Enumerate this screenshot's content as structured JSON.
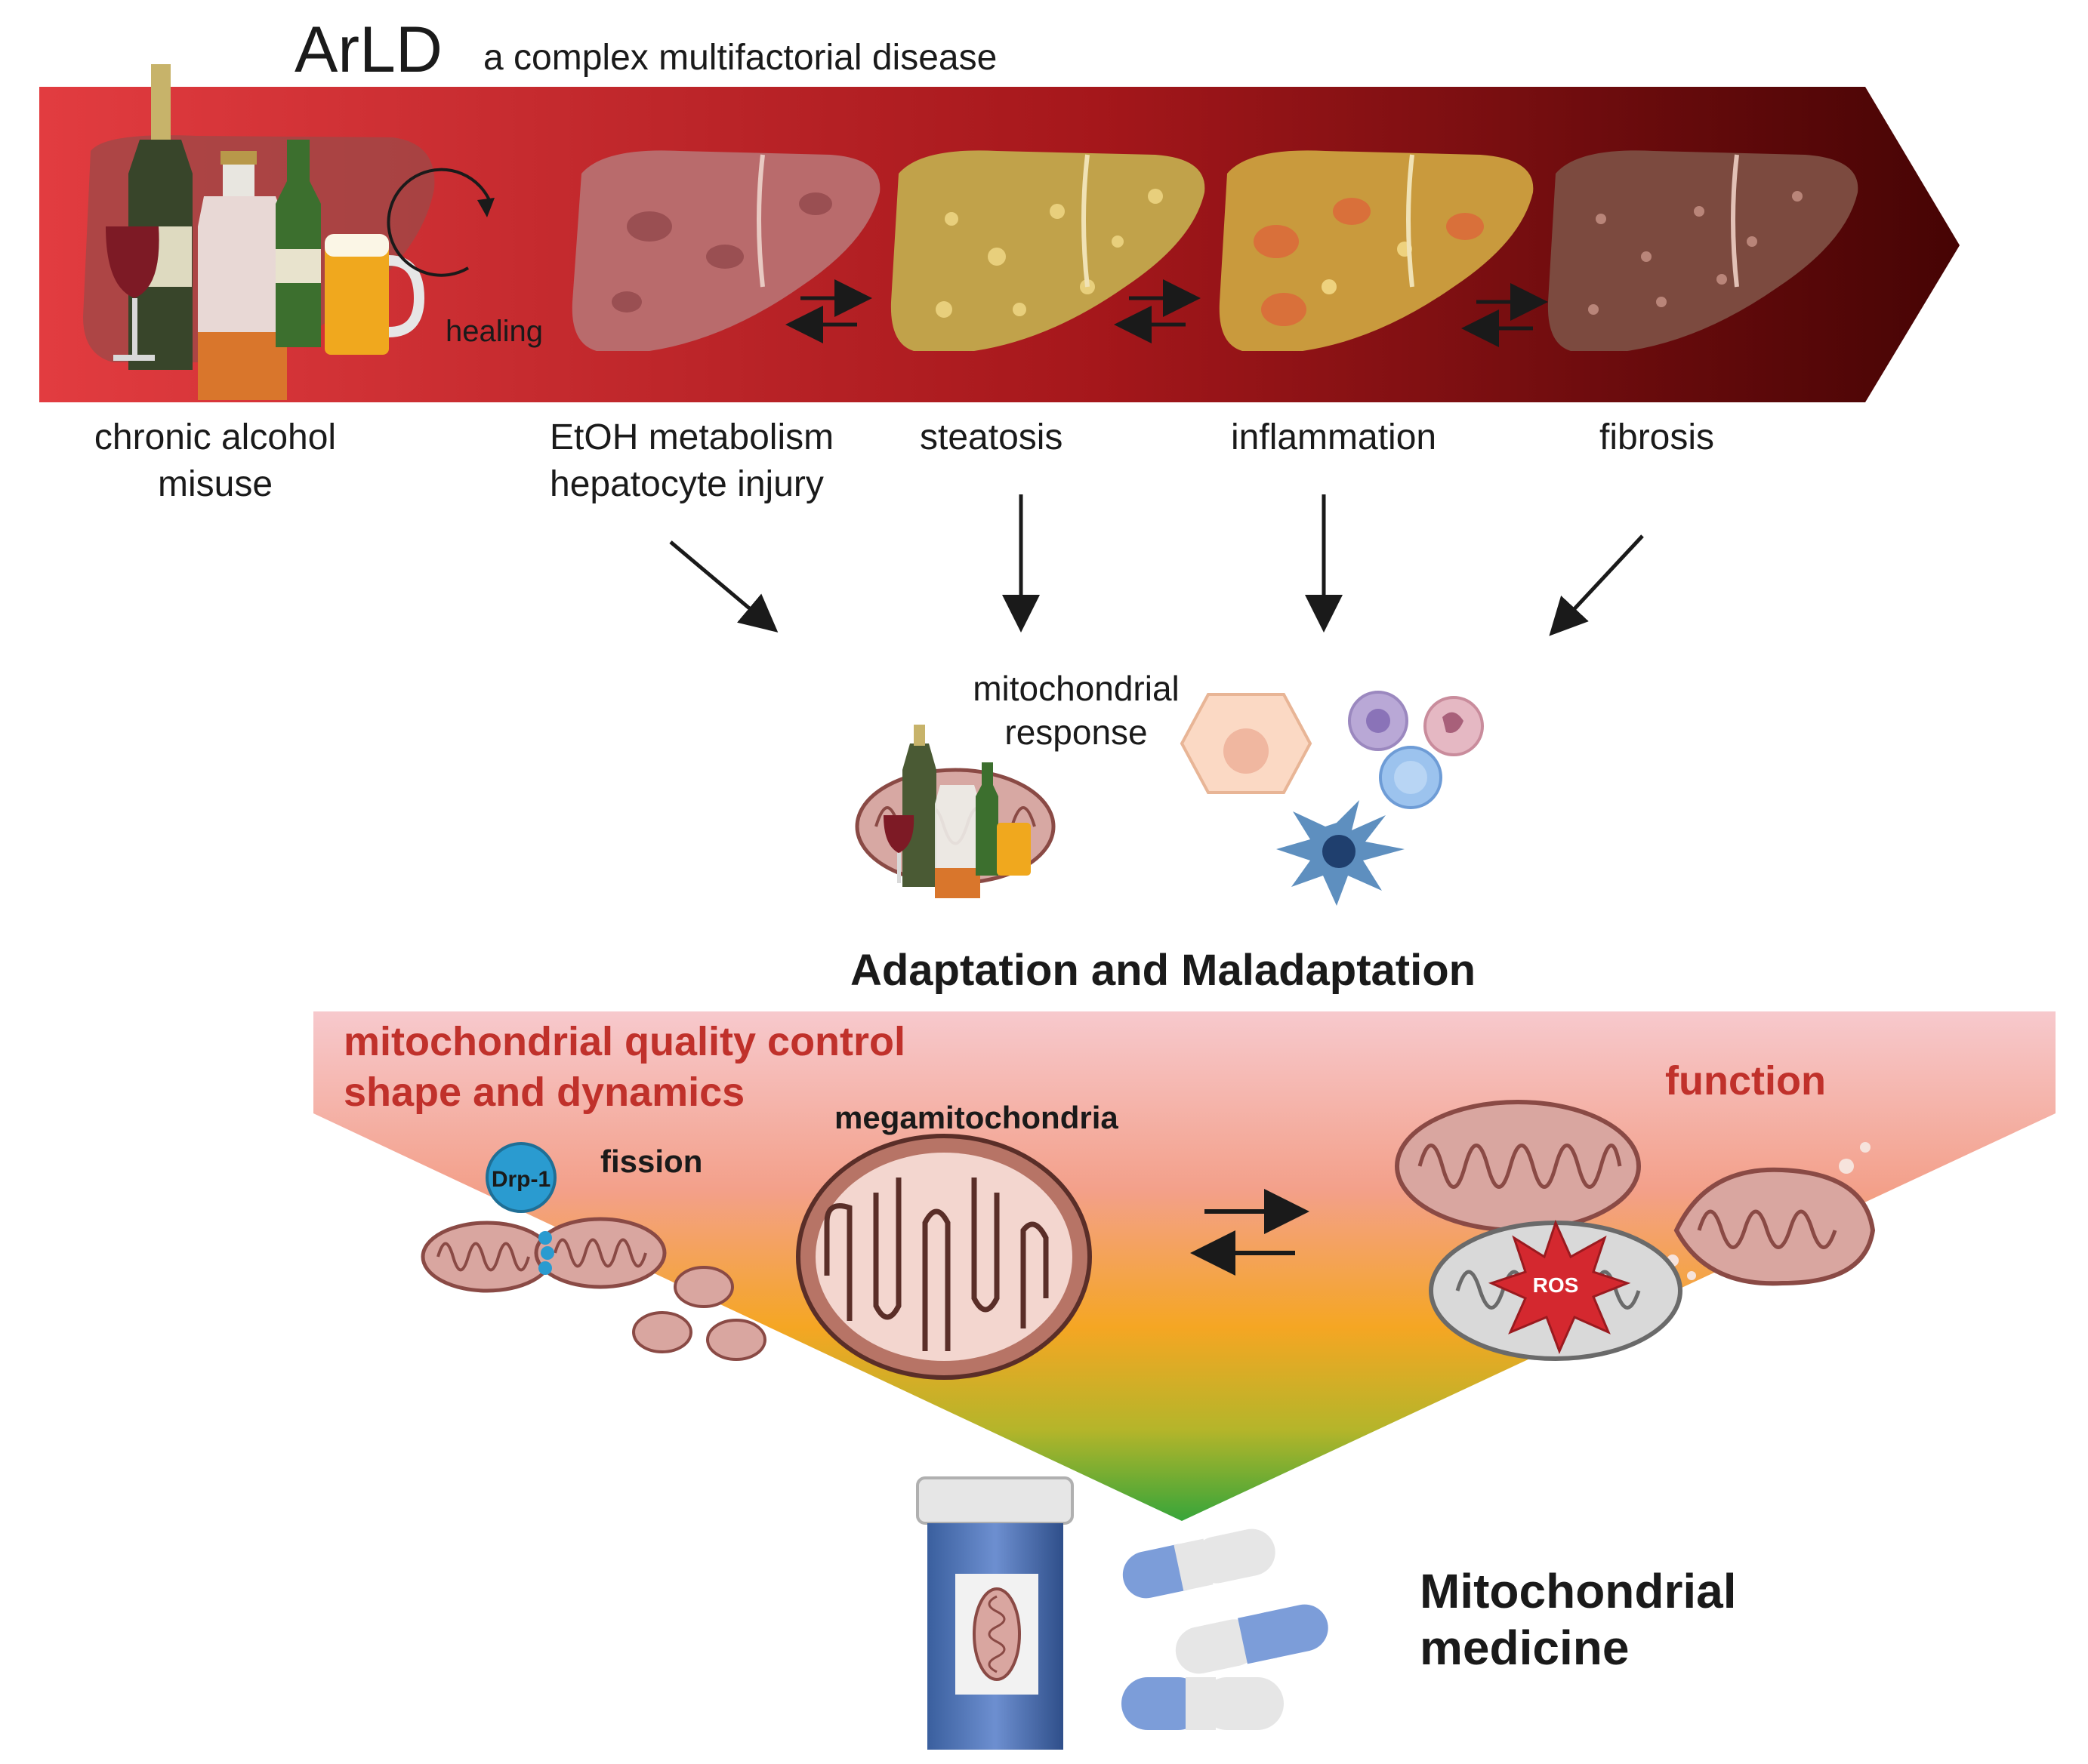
{
  "header": {
    "title": "ArLD",
    "subtitle": "a complex multifactorial disease"
  },
  "progression": {
    "healing_label": "healing",
    "stage_labels": {
      "alcohol_line1": "chronic alcohol",
      "alcohol_line2": "misuse",
      "etoh_line1": "EtOH metabolism",
      "etoh_line2": "hepatocyte injury",
      "steatosis": "steatosis",
      "inflammation": "inflammation",
      "fibrosis": "fibrosis"
    }
  },
  "response": {
    "line1": "mitochondrial",
    "line2": "response"
  },
  "adaptation": {
    "heading": "Adaptation and Maladaptation",
    "quality_line1": "mitochondrial quality control",
    "quality_line2": "shape and dynamics",
    "function": "function",
    "megamitochondria": "megamitochondria",
    "fission": "fission",
    "drp1": "Drp-1",
    "ros": "ROS"
  },
  "medicine": {
    "line1": "Mitochondrial",
    "line2": "medicine"
  },
  "colors": {
    "banner_start": "#e0343a",
    "banner_end": "#4a0606",
    "funnel_top": "#f6c6cb",
    "funnel_mid": "#f5a623",
    "funnel_bottom": "#3fa535",
    "accent_red": "#c0312b"
  }
}
